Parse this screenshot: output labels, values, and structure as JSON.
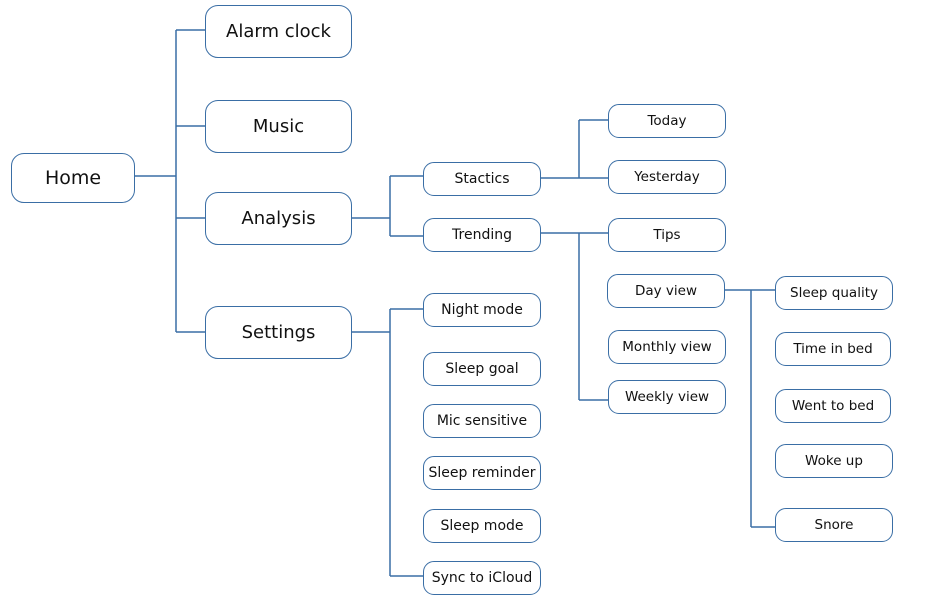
{
  "diagram": {
    "root": "Home",
    "main_sections": {
      "alarm_clock": "Alarm clock",
      "music": "Music",
      "analysis": "Analysis",
      "settings": "Settings"
    },
    "analysis": {
      "statics": "Stactics",
      "trending": "Trending"
    },
    "statics_children": {
      "today": "Today",
      "yesterday": "Yesterday"
    },
    "trending_children": {
      "tips": "Tips",
      "day_view": "Day view",
      "monthly_view": "Monthly view",
      "weekly_view": "Weekly view"
    },
    "day_view_children": {
      "sleep_quality": "Sleep quality",
      "time_in_bed": "Time in bed",
      "went_to_bed": "Went to bed",
      "woke_up": "Woke up",
      "snore": "Snore"
    },
    "settings_children": {
      "night_mode": "Night mode",
      "sleep_goal": "Sleep goal",
      "mic_sensitive": "Mic sensitive",
      "sleep_reminder": "Sleep reminder",
      "sleep_mode": "Sleep mode",
      "sync_icloud": "Sync to iCloud"
    },
    "line_color": "#3a6ea5"
  }
}
